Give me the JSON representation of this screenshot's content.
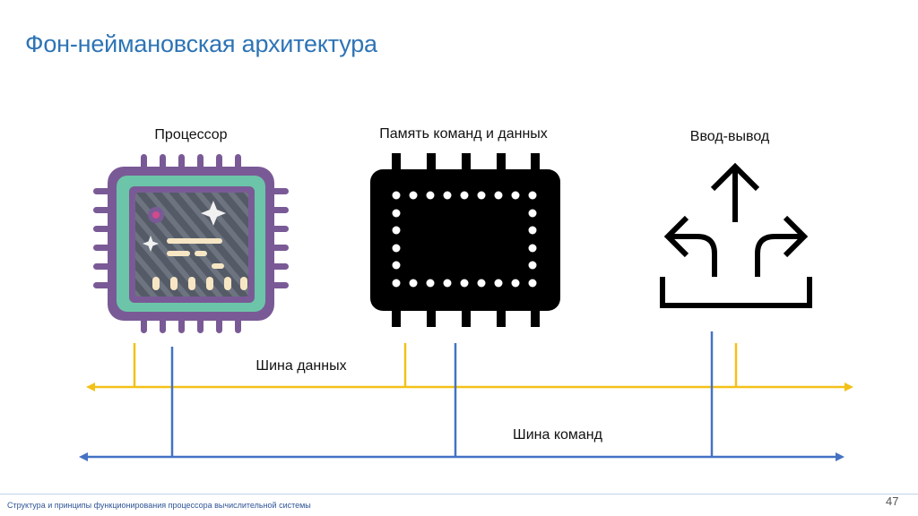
{
  "title": "Фон-неймановская архитектура",
  "components": {
    "processor": "Процессор",
    "memory": "Память команд и данных",
    "io": "Ввод-вывод"
  },
  "buses": {
    "data_bus": "Шина данных",
    "command_bus": "Шина команд"
  },
  "colors": {
    "title": "#2e74b5",
    "data_bus": "#f2c118",
    "command_bus": "#4472c4"
  },
  "footer": {
    "text": "Структура и принципы функционирования процессора вычислительной системы",
    "page_number": "47"
  }
}
